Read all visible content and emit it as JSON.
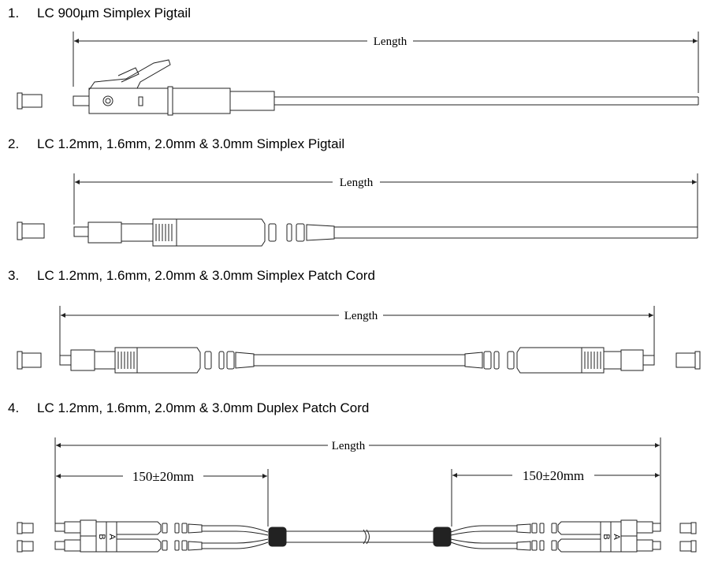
{
  "diagrams": [
    {
      "number": "1.",
      "title": "LC 900µm Simplex Pigtail",
      "dimension_label": "Length"
    },
    {
      "number": "2.",
      "title": "LC 1.2mm, 1.6mm, 2.0mm & 3.0mm Simplex Pigtail",
      "dimension_label": "Length"
    },
    {
      "number": "3.",
      "title": "LC 1.2mm, 1.6mm, 2.0mm & 3.0mm Simplex Patch Cord",
      "dimension_label": "Length"
    },
    {
      "number": "4.",
      "title": "LC 1.2mm, 1.6mm, 2.0mm & 3.0mm Duplex Patch Cord",
      "dimension_label": "Length",
      "breakout_label_left": "150±20mm",
      "breakout_label_right": "150±20mm",
      "port_label_a": "A",
      "port_label_b": "B"
    }
  ]
}
